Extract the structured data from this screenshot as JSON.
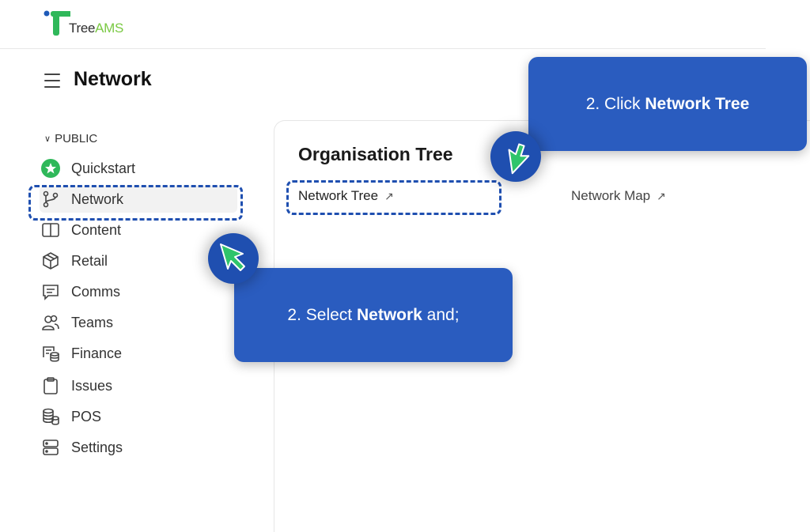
{
  "brand": {
    "name_tree": "Tree",
    "name_ams": "AMS",
    "logo_icon": "treeams-logo"
  },
  "header": {
    "menu_icon": "hamburger-icon",
    "title": "Network"
  },
  "sidebar": {
    "section_label": "PUBLIC",
    "items": [
      {
        "label": "Quickstart",
        "icon": "star-badge-icon",
        "active": false
      },
      {
        "label": "Network",
        "icon": "git-branch-icon",
        "active": true
      },
      {
        "label": "Content",
        "icon": "book-icon",
        "active": false
      },
      {
        "label": "Retail",
        "icon": "box-icon",
        "active": false
      },
      {
        "label": "Comms",
        "icon": "message-icon",
        "active": false
      },
      {
        "label": "Teams",
        "icon": "users-icon",
        "active": false
      },
      {
        "label": "Finance",
        "icon": "finance-icon",
        "active": false
      },
      {
        "label": "Issues",
        "icon": "clipboard-icon",
        "active": false
      },
      {
        "label": "POS",
        "icon": "coins-icon",
        "active": false
      },
      {
        "label": "Settings",
        "icon": "server-icon",
        "active": false
      }
    ]
  },
  "main": {
    "section_title": "Organisation Tree",
    "links": [
      {
        "label": "Network Tree",
        "arrow": "↗"
      },
      {
        "label": "Network Map",
        "arrow": "↗"
      }
    ]
  },
  "callouts": {
    "select": {
      "prefix": "2. Select ",
      "bold": "Network",
      "suffix": " and;"
    },
    "click": {
      "prefix": "2. Click ",
      "bold": "Network Tree",
      "suffix": ""
    }
  },
  "colors": {
    "accent_blue": "#2a5cbf",
    "pointer_green": "#2fc46b",
    "logo_green": "#7ac943"
  }
}
